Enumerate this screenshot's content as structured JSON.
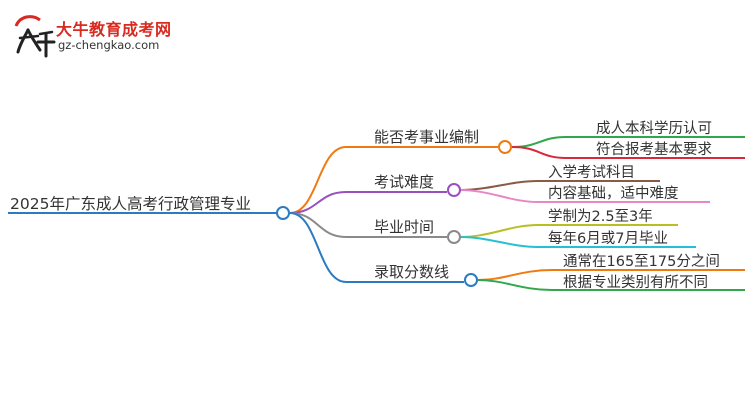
{
  "logo": {
    "name": "大牛教育成考网",
    "url": "gz-chengkao.com",
    "icon": "bull-mascot-icon"
  },
  "mindmap": {
    "root": "2025年广东成人高考行政管理专业",
    "branches": [
      {
        "label": "能否考事业编制",
        "color": "#f07a12",
        "leaves": [
          {
            "label": "成人本科学历认可",
            "color": "#2fa74a"
          },
          {
            "label": "符合报考基本要求",
            "color": "#d8283a"
          }
        ]
      },
      {
        "label": "考试难度",
        "color": "#9a4fc1",
        "leaves": [
          {
            "label": "入学考试科目",
            "color": "#8a5a44"
          },
          {
            "label": "内容基础，适中难度",
            "color": "#e887c8"
          }
        ]
      },
      {
        "label": "毕业时间",
        "color": "#8a8a8a",
        "leaves": [
          {
            "label": "学制为2.5至3年",
            "color": "#b9bf22"
          },
          {
            "label": "每年6月或7月毕业",
            "color": "#27bfd2"
          }
        ]
      },
      {
        "label": "录取分数线",
        "color": "#2a7bc2",
        "leaves": [
          {
            "label": "通常在165至175分之间",
            "color": "#f07a12"
          },
          {
            "label": "根据专业类别有所不同",
            "color": "#2fa74a"
          }
        ]
      }
    ],
    "root_color": "#2a7bc2"
  }
}
